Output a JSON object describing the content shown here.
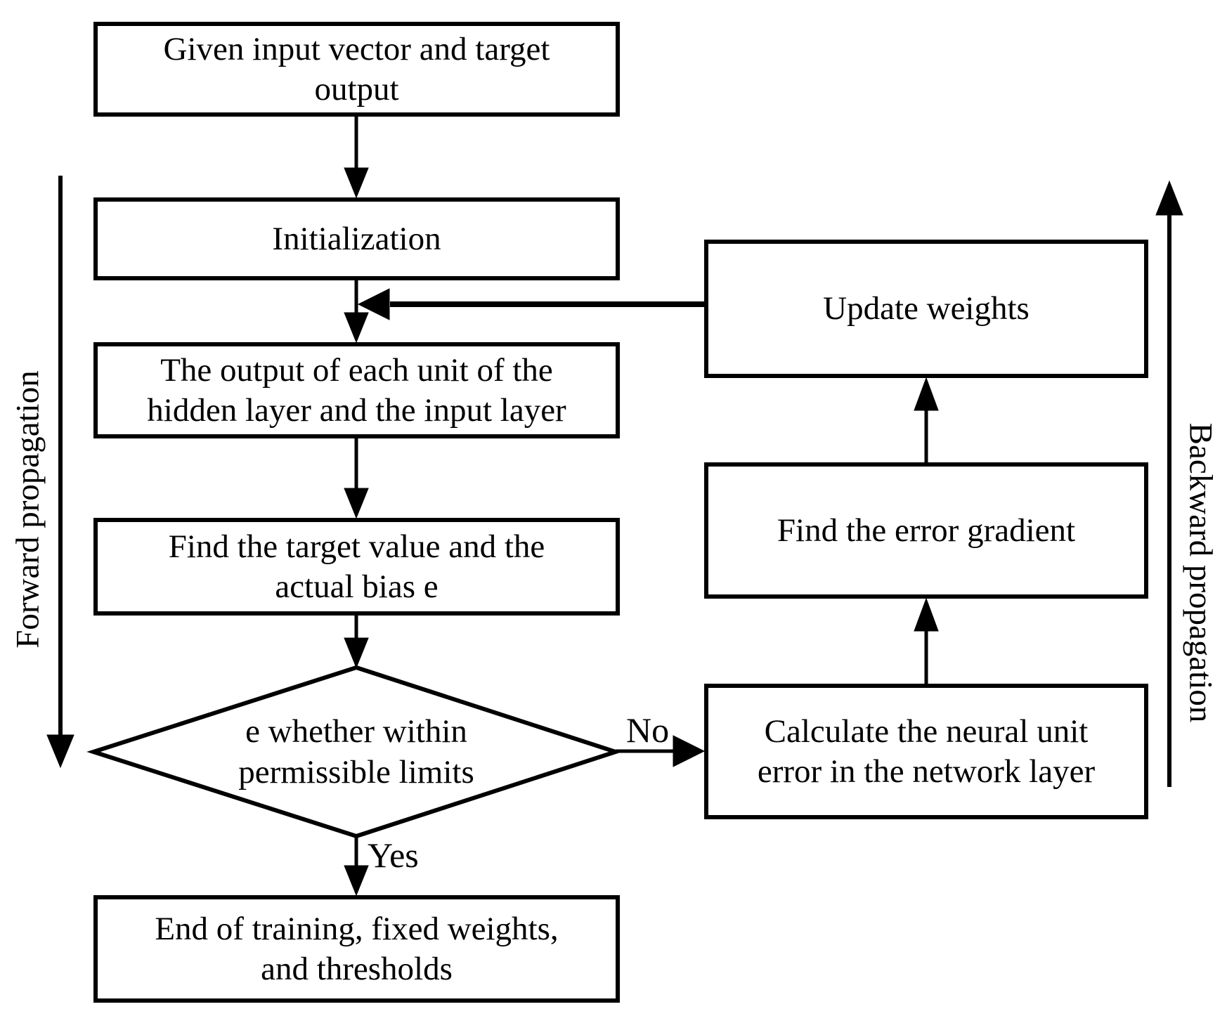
{
  "diagram": {
    "title": "Neural network training flowchart",
    "colors": {
      "ink": "#000000",
      "background": "#ffffff"
    },
    "nodes": {
      "given": {
        "label": "Given input vector and target output"
      },
      "init": {
        "label": "Initialization"
      },
      "output": {
        "label": "The output of each unit of the hidden layer and the input layer"
      },
      "find_target": {
        "label": "Find the target value and the actual bias e"
      },
      "decision": {
        "label": "e whether within permissible limits"
      },
      "end": {
        "label": "End of training, fixed weights, and thresholds"
      },
      "update": {
        "label": "Update weights"
      },
      "gradient": {
        "label": "Find the error gradient"
      },
      "calculate": {
        "label": "Calculate the neural unit error in the network layer"
      }
    },
    "edges": {
      "yes_label": "Yes",
      "no_label": "No"
    },
    "annotations": {
      "forward": "Forward propagation",
      "backward": "Backward propagation"
    }
  }
}
